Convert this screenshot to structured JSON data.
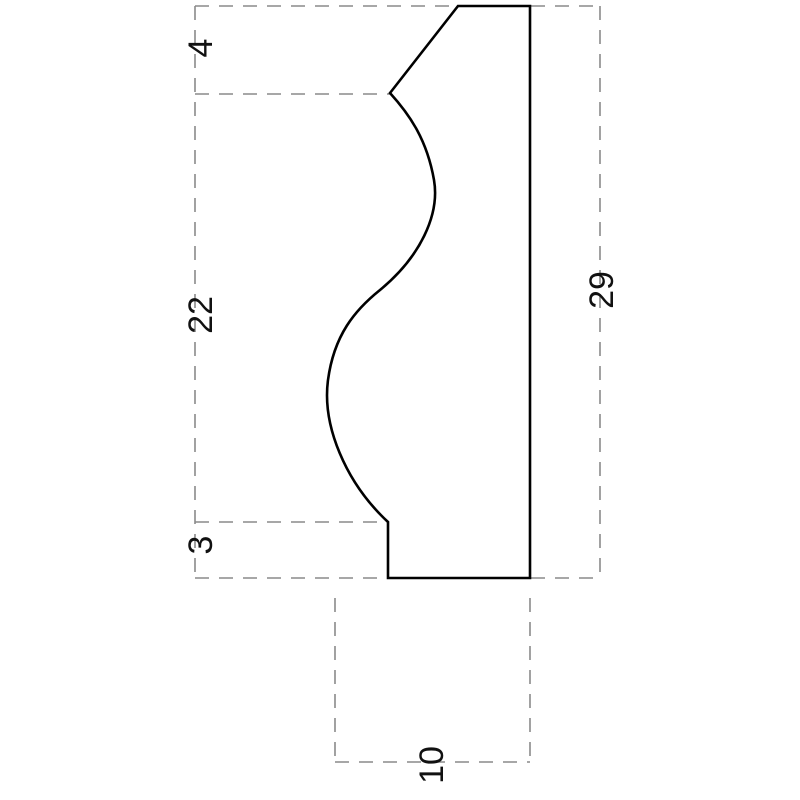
{
  "dimensions": {
    "top_segment": "4",
    "middle_segment": "22",
    "bottom_segment": "3",
    "total_height": "29",
    "width": "10"
  }
}
